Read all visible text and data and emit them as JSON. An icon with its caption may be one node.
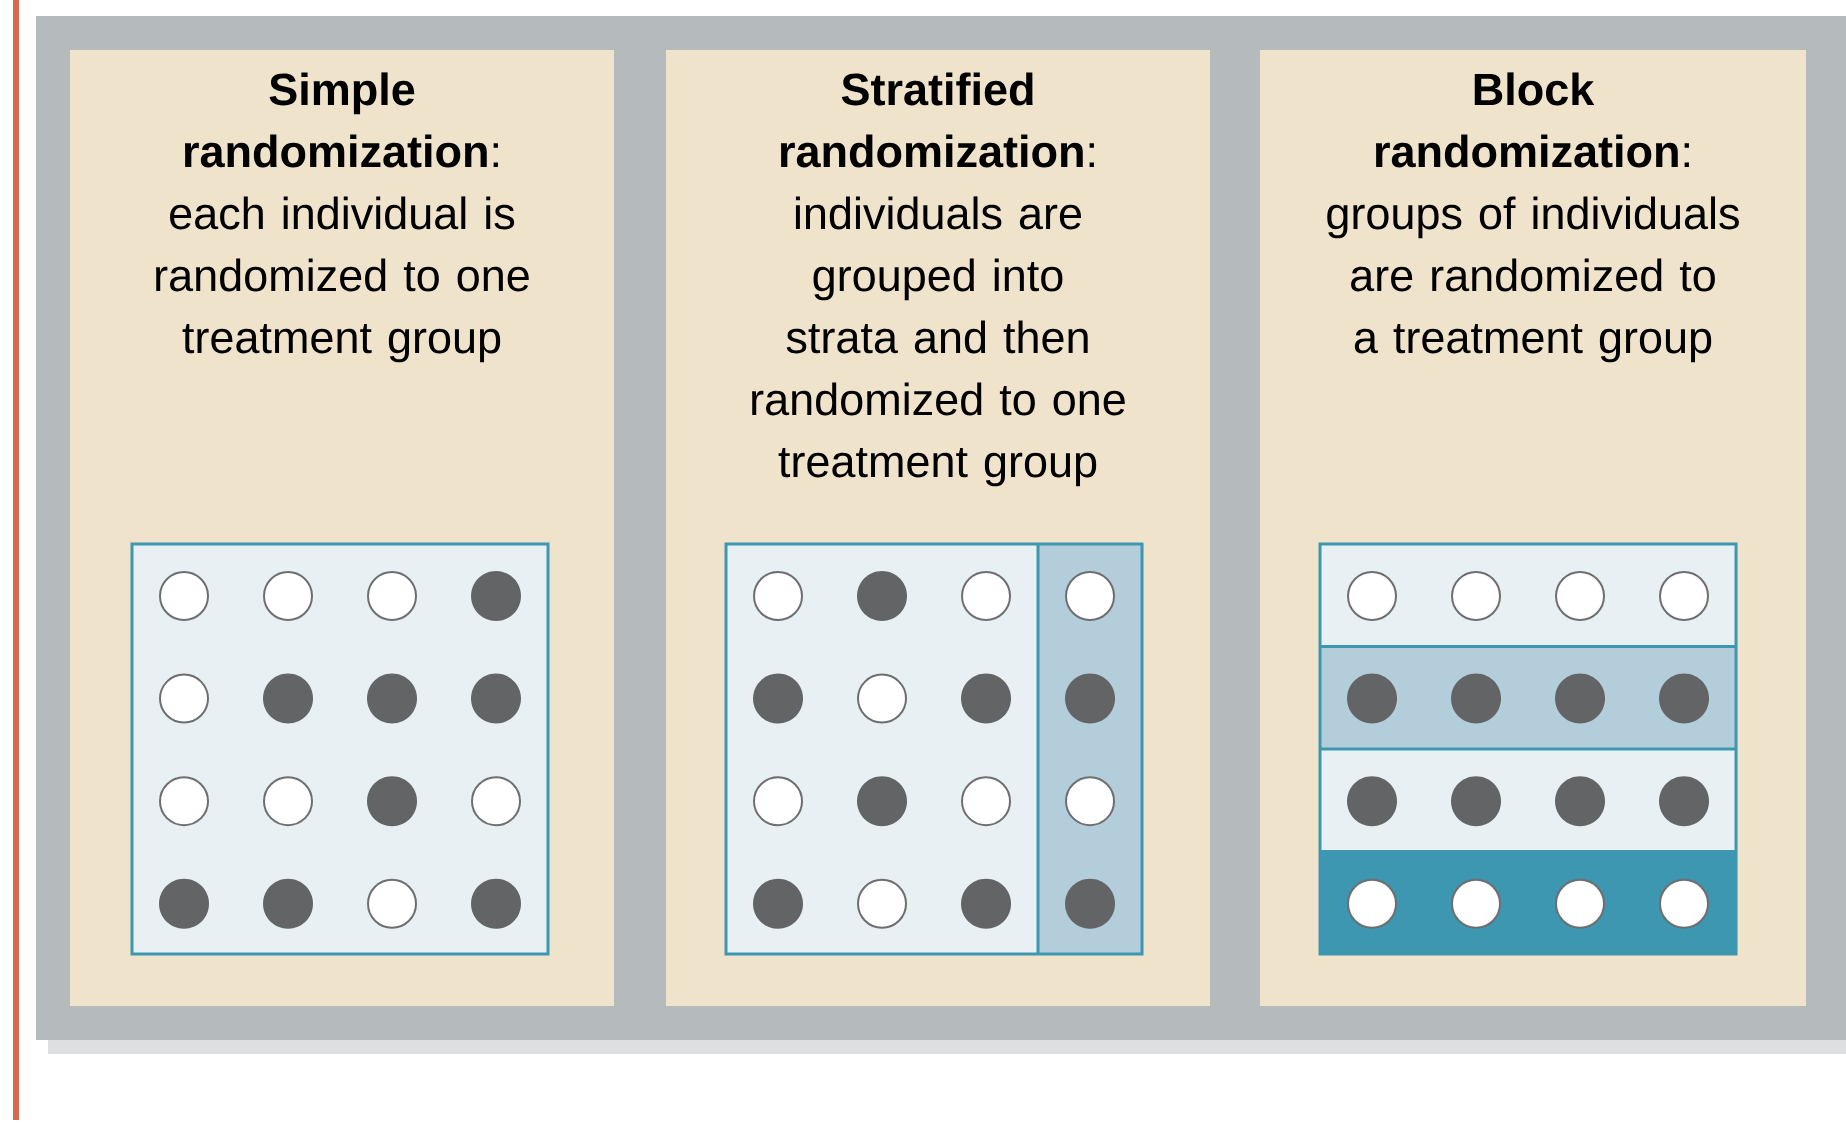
{
  "diagram": {
    "nodes": [
      {
        "text": [
          "**Simple randomization**:",
          "each individual is randomized to one treatment group"
        ]
      },
      {
        "text": [
          "**Stratified randomization**:",
          "individuals are grouped into strata and then randomized to one treatment group"
        ]
      },
      {
        "text": [
          "**Block randomization**:",
          "groups of individuals are randomized to a treatment group"
        ]
      }
    ]
  }
}
